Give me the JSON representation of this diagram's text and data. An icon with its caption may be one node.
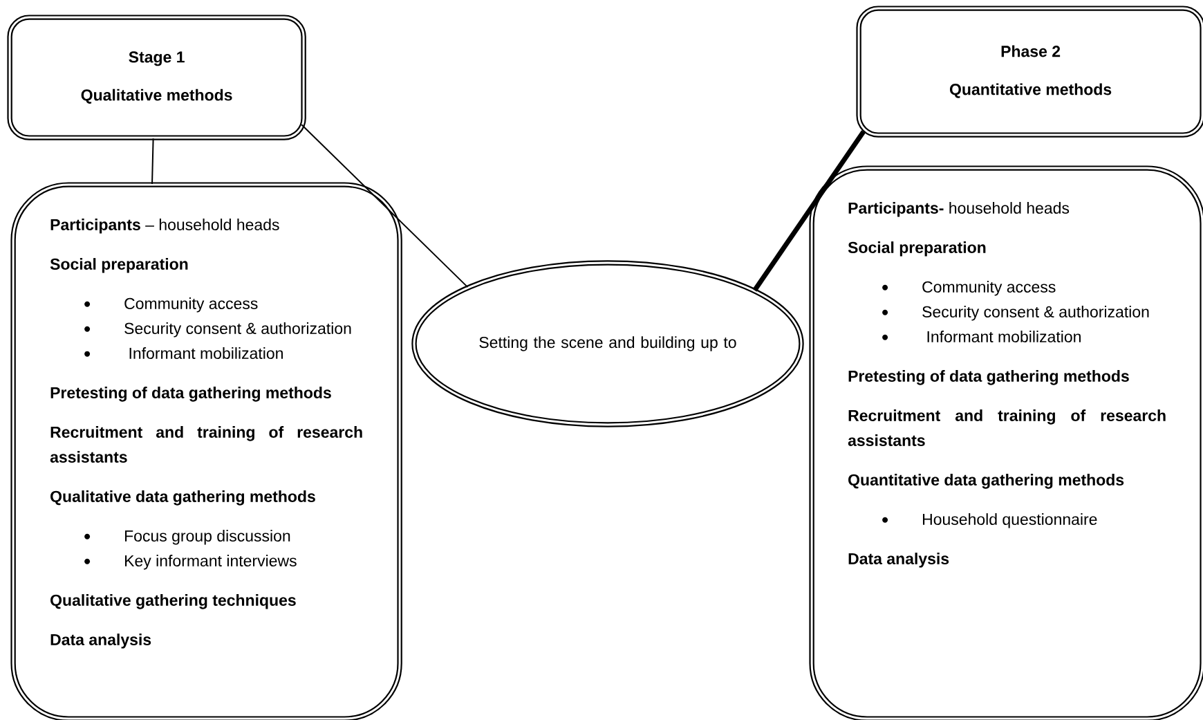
{
  "diagram": {
    "nodes": [
      {
        "text": [
          "Stage 1",
          "Qualitative methods"
        ]
      },
      {
        "text": [
          "**Participants** – household heads",
          "Social preparation",
          "Community access",
          "Security consent & authorization",
          " Informant mobilization",
          "Pretesting of data gathering methods",
          "Recruitment and training of research assistants",
          "Qualitative data gathering methods",
          "Focus group discussion",
          "Key informant interviews",
          "Qualitative gathering techniques",
          "Data analysis"
        ]
      },
      {
        "text": [
          "Setting the scene and building up to"
        ]
      },
      {
        "text": [
          "Phase 2",
          "Quantitative methods"
        ]
      },
      {
        "text": [
          "**Participants-** household heads",
          "Social preparation",
          "Community access",
          "Security consent & authorization",
          " Informant mobilization",
          "Pretesting of data gathering methods",
          "Recruitment and training of research assistants",
          "Quantitative data gathering methods",
          "Household questionnaire",
          "Data analysis"
        ]
      }
    ],
    "edges": [
      {
        "from": 0,
        "to": 1,
        "arrow": "none"
      },
      {
        "from": 0,
        "to": 2,
        "arrow": "none"
      },
      {
        "from": 3,
        "to": 2,
        "arrow": "none",
        "style": "thick"
      }
    ]
  }
}
